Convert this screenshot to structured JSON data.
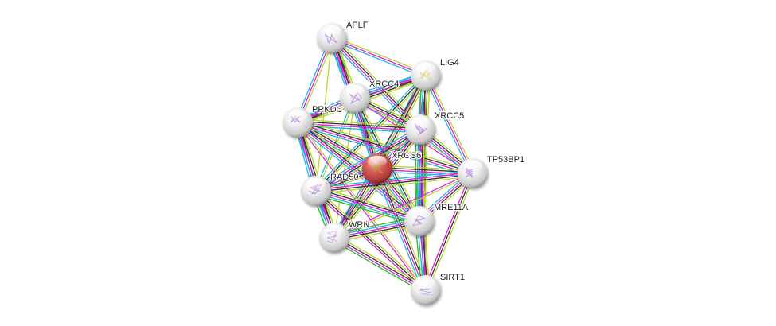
{
  "diagram": {
    "type": "protein-interaction-network",
    "query_node": "XRCC6",
    "colors": {
      "query_node": "#d9605c",
      "other_node": "#e0e0e0",
      "edge_textmining": "#b8d430",
      "edge_coexpression": "#333333",
      "edge_experimental": "#e020e0",
      "edge_database": "#20b8e0",
      "edge_neighborhood": "#20c020",
      "edge_homology": "#6060e0"
    },
    "nodes": [
      {
        "id": "APLF",
        "label": "APLF"
      },
      {
        "id": "LIG4",
        "label": "LIG4"
      },
      {
        "id": "XRCC4",
        "label": "XRCC4"
      },
      {
        "id": "PRKDC",
        "label": "PRKDC"
      },
      {
        "id": "XRCC5",
        "label": "XRCC5"
      },
      {
        "id": "XRCC6",
        "label": "XRCC6"
      },
      {
        "id": "TP53BP1",
        "label": "TP53BP1"
      },
      {
        "id": "RAD50",
        "label": "RAD50"
      },
      {
        "id": "MRE11A",
        "label": "MRE11A"
      },
      {
        "id": "WRN",
        "label": "WRN"
      },
      {
        "id": "SIRT1",
        "label": "SIRT1"
      }
    ],
    "edges": [
      {
        "a": "APLF",
        "b": "LIG4",
        "types": [
          "textmining",
          "experimental",
          "database"
        ]
      },
      {
        "a": "APLF",
        "b": "XRCC4",
        "types": [
          "textmining",
          "coexpression",
          "experimental",
          "database"
        ]
      },
      {
        "a": "APLF",
        "b": "PRKDC",
        "types": [
          "textmining",
          "experimental",
          "database"
        ]
      },
      {
        "a": "APLF",
        "b": "XRCC5",
        "types": [
          "textmining",
          "coexpression",
          "experimental",
          "database"
        ]
      },
      {
        "a": "APLF",
        "b": "XRCC6",
        "types": [
          "textmining",
          "coexpression",
          "experimental",
          "database"
        ]
      },
      {
        "a": "APLF",
        "b": "RAD50",
        "types": [
          "textmining"
        ]
      },
      {
        "a": "LIG4",
        "b": "XRCC4",
        "types": [
          "textmining",
          "coexpression",
          "experimental",
          "database"
        ]
      },
      {
        "a": "LIG4",
        "b": "PRKDC",
        "types": [
          "textmining",
          "coexpression",
          "experimental",
          "database"
        ]
      },
      {
        "a": "LIG4",
        "b": "XRCC5",
        "types": [
          "textmining",
          "coexpression",
          "experimental",
          "database"
        ]
      },
      {
        "a": "LIG4",
        "b": "XRCC6",
        "types": [
          "textmining",
          "coexpression",
          "experimental",
          "database"
        ]
      },
      {
        "a": "LIG4",
        "b": "TP53BP1",
        "types": [
          "textmining",
          "experimental",
          "database"
        ]
      },
      {
        "a": "LIG4",
        "b": "RAD50",
        "types": [
          "textmining",
          "coexpression",
          "database"
        ]
      },
      {
        "a": "LIG4",
        "b": "MRE11A",
        "types": [
          "textmining",
          "coexpression",
          "experimental",
          "database",
          "neighborhood"
        ]
      },
      {
        "a": "LIG4",
        "b": "WRN",
        "types": [
          "textmining",
          "coexpression"
        ]
      },
      {
        "a": "LIG4",
        "b": "SIRT1",
        "types": [
          "textmining",
          "coexpression"
        ]
      },
      {
        "a": "XRCC4",
        "b": "PRKDC",
        "types": [
          "textmining",
          "coexpression",
          "experimental",
          "database"
        ]
      },
      {
        "a": "XRCC4",
        "b": "XRCC5",
        "types": [
          "textmining",
          "coexpression",
          "experimental",
          "database"
        ]
      },
      {
        "a": "XRCC4",
        "b": "XRCC6",
        "types": [
          "textmining",
          "coexpression",
          "experimental",
          "database"
        ]
      },
      {
        "a": "XRCC4",
        "b": "TP53BP1",
        "types": [
          "textmining",
          "experimental"
        ]
      },
      {
        "a": "XRCC4",
        "b": "RAD50",
        "types": [
          "textmining",
          "database"
        ]
      },
      {
        "a": "XRCC4",
        "b": "MRE11A",
        "types": [
          "textmining",
          "coexpression",
          "database"
        ]
      },
      {
        "a": "XRCC4",
        "b": "WRN",
        "types": [
          "textmining"
        ]
      },
      {
        "a": "PRKDC",
        "b": "XRCC5",
        "types": [
          "textmining",
          "coexpression",
          "experimental",
          "database"
        ]
      },
      {
        "a": "PRKDC",
        "b": "XRCC6",
        "types": [
          "textmining",
          "coexpression",
          "experimental",
          "database"
        ]
      },
      {
        "a": "PRKDC",
        "b": "TP53BP1",
        "types": [
          "textmining",
          "coexpression",
          "experimental",
          "database"
        ]
      },
      {
        "a": "PRKDC",
        "b": "RAD50",
        "types": [
          "textmining",
          "coexpression",
          "experimental",
          "database"
        ]
      },
      {
        "a": "PRKDC",
        "b": "MRE11A",
        "types": [
          "textmining",
          "coexpression",
          "experimental",
          "database"
        ]
      },
      {
        "a": "PRKDC",
        "b": "WRN",
        "types": [
          "textmining",
          "coexpression",
          "experimental",
          "database"
        ]
      },
      {
        "a": "PRKDC",
        "b": "SIRT1",
        "types": [
          "textmining",
          "experimental"
        ]
      },
      {
        "a": "XRCC5",
        "b": "XRCC6",
        "types": [
          "textmining",
          "coexpression",
          "experimental",
          "database"
        ]
      },
      {
        "a": "XRCC5",
        "b": "TP53BP1",
        "types": [
          "textmining",
          "coexpression",
          "experimental",
          "database"
        ]
      },
      {
        "a": "XRCC5",
        "b": "RAD50",
        "types": [
          "textmining",
          "coexpression",
          "experimental",
          "database"
        ]
      },
      {
        "a": "XRCC5",
        "b": "MRE11A",
        "types": [
          "textmining",
          "coexpression",
          "experimental",
          "database",
          "neighborhood"
        ]
      },
      {
        "a": "XRCC5",
        "b": "WRN",
        "types": [
          "textmining",
          "coexpression",
          "experimental",
          "database"
        ]
      },
      {
        "a": "XRCC5",
        "b": "SIRT1",
        "types": [
          "textmining",
          "experimental",
          "database"
        ]
      },
      {
        "a": "XRCC6",
        "b": "TP53BP1",
        "types": [
          "textmining",
          "coexpression",
          "experimental",
          "database"
        ]
      },
      {
        "a": "XRCC6",
        "b": "RAD50",
        "types": [
          "textmining",
          "coexpression",
          "experimental",
          "database"
        ]
      },
      {
        "a": "XRCC6",
        "b": "MRE11A",
        "types": [
          "textmining",
          "coexpression",
          "experimental",
          "database"
        ]
      },
      {
        "a": "XRCC6",
        "b": "WRN",
        "types": [
          "textmining",
          "coexpression",
          "experimental",
          "database"
        ]
      },
      {
        "a": "XRCC6",
        "b": "SIRT1",
        "types": [
          "textmining",
          "coexpression",
          "experimental",
          "database"
        ]
      },
      {
        "a": "TP53BP1",
        "b": "RAD50",
        "types": [
          "textmining",
          "coexpression",
          "experimental",
          "database"
        ]
      },
      {
        "a": "TP53BP1",
        "b": "MRE11A",
        "types": [
          "textmining",
          "coexpression",
          "experimental",
          "database"
        ]
      },
      {
        "a": "TP53BP1",
        "b": "WRN",
        "types": [
          "textmining",
          "experimental"
        ]
      },
      {
        "a": "TP53BP1",
        "b": "SIRT1",
        "types": [
          "textmining",
          "coexpression",
          "experimental"
        ]
      },
      {
        "a": "RAD50",
        "b": "MRE11A",
        "types": [
          "textmining",
          "coexpression",
          "experimental",
          "database",
          "neighborhood"
        ]
      },
      {
        "a": "RAD50",
        "b": "WRN",
        "types": [
          "textmining",
          "coexpression",
          "experimental",
          "database",
          "neighborhood"
        ]
      },
      {
        "a": "RAD50",
        "b": "SIRT1",
        "types": [
          "textmining",
          "coexpression",
          "experimental"
        ]
      },
      {
        "a": "MRE11A",
        "b": "WRN",
        "types": [
          "textmining",
          "coexpression",
          "experimental",
          "database",
          "neighborhood"
        ]
      },
      {
        "a": "MRE11A",
        "b": "SIRT1",
        "types": [
          "textmining",
          "coexpression",
          "experimental",
          "database",
          "neighborhood"
        ]
      },
      {
        "a": "WRN",
        "b": "SIRT1",
        "types": [
          "textmining",
          "coexpression",
          "experimental",
          "neighborhood"
        ]
      }
    ]
  }
}
